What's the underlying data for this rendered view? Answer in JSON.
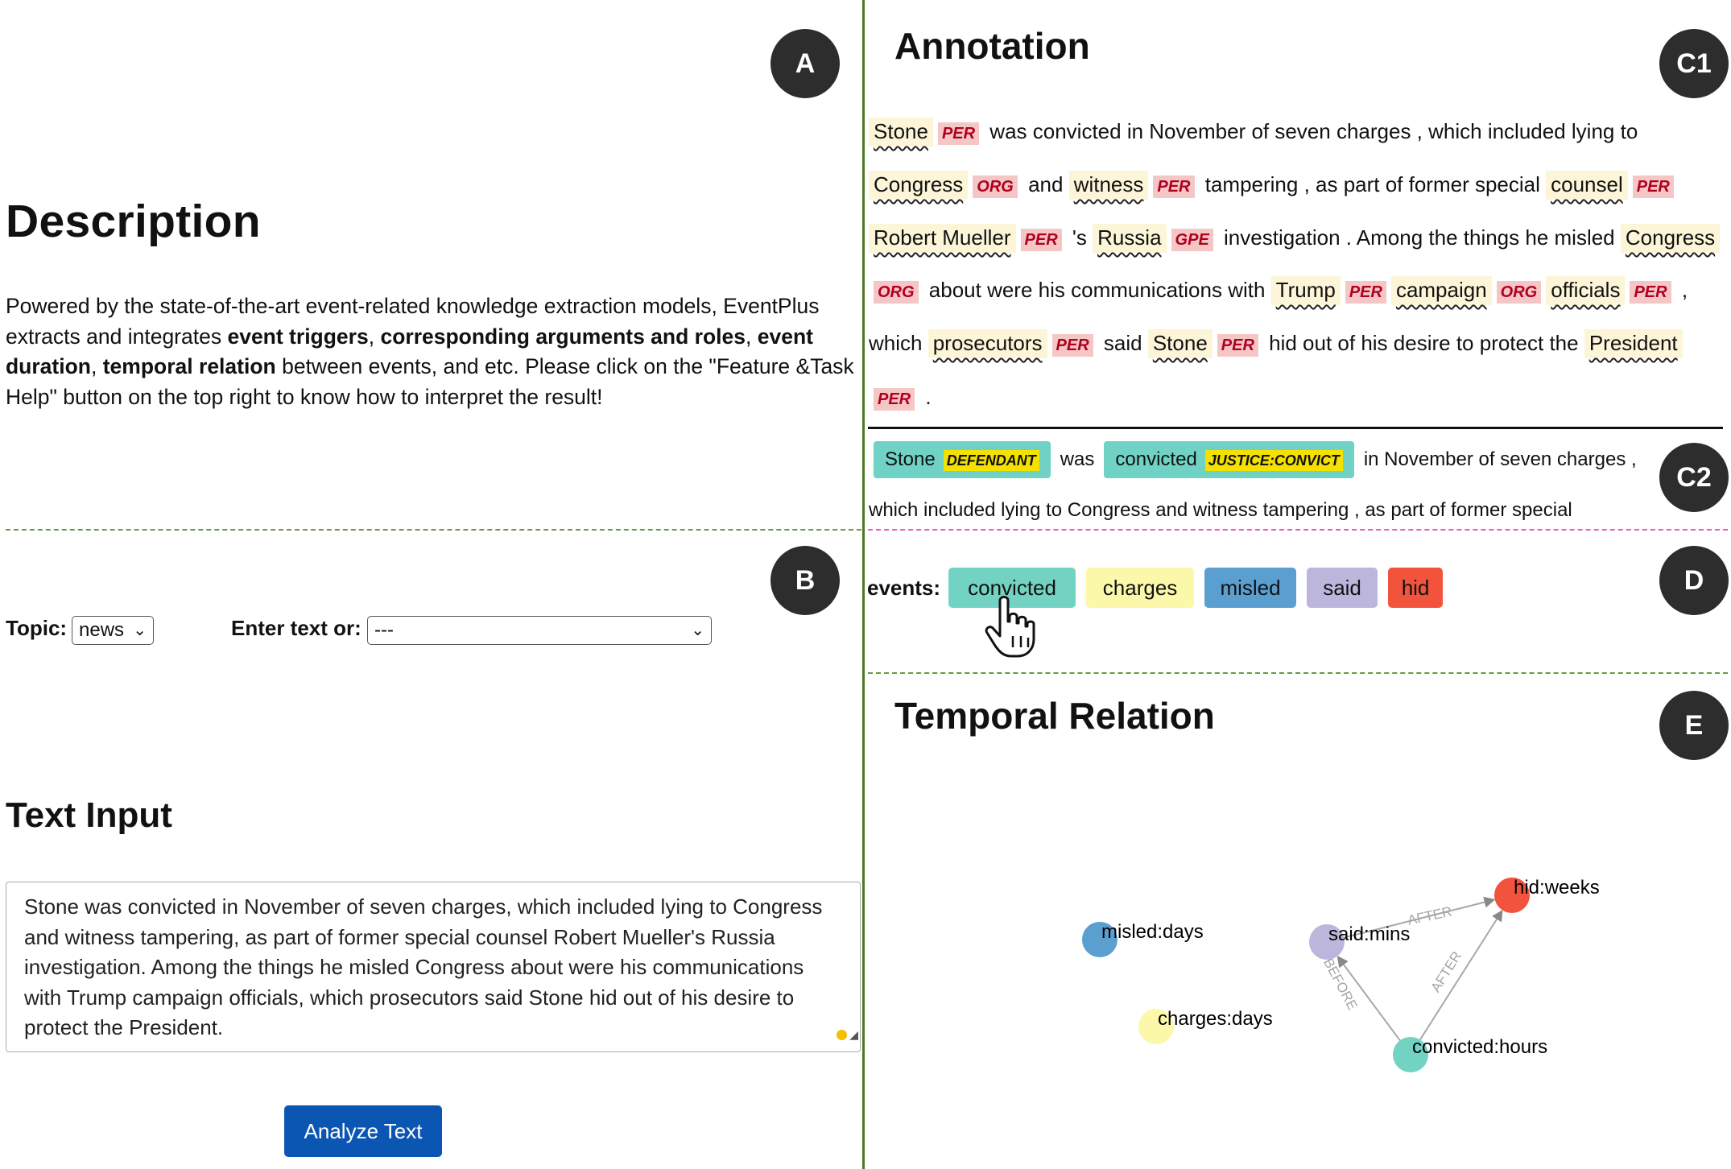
{
  "badges": {
    "a": "A",
    "b": "B",
    "c1": "C1",
    "c2": "C2",
    "d": "D",
    "e": "E"
  },
  "description": {
    "title": "Description",
    "p1": "Powered by the state-of-the-art event-related knowledge extraction models, EventPlus extracts and integrates ",
    "b1": "event triggers",
    "p2": ", ",
    "b2": "corresponding arguments and roles",
    "p3": ", ",
    "b3": "event duration",
    "p4": ", ",
    "b4": "temporal relation",
    "p5": " between events, and etc. Please click on the \"Feature &Task Help\" button on the top right to know how to interpret the result!"
  },
  "controls": {
    "topic_label": "Topic:",
    "topic_value": "news",
    "enter_label": "Enter text or:",
    "enter_value": "---"
  },
  "text_input": {
    "title": "Text Input",
    "value": "Stone was convicted in November of seven charges, which included lying to Congress and witness tampering, as part of former special counsel Robert Mueller's Russia investigation. Among the things he misled Congress about were his communications with Trump campaign officials, which prosecutors said Stone hid out of his desire to protect the President."
  },
  "analyze_button": "Analyze Text",
  "annotation": {
    "title": "Annotation",
    "lines": [
      [
        {
          "e": "Stone",
          "t": "PER"
        },
        {
          "w": "was convicted in November of seven charges , which included lying to"
        }
      ],
      [
        {
          "e": "Congress",
          "t": "ORG"
        },
        {
          "w": "and"
        },
        {
          "e": "witness",
          "t": "PER"
        },
        {
          "w": "tampering , as part of former special"
        },
        {
          "e": "counsel",
          "t": "PER"
        }
      ],
      [
        {
          "e": "Robert Mueller",
          "t": "PER"
        },
        {
          "w": "'s"
        },
        {
          "e": "Russia",
          "t": "GPE"
        },
        {
          "w": "investigation . Among the things he misled"
        },
        {
          "e": "Congress",
          "t": ""
        }
      ],
      [
        {
          "t": "ORG"
        },
        {
          "w": "about were his communications with"
        },
        {
          "e": "Trump",
          "t": "PER"
        },
        {
          "e": "campaign",
          "t": "ORG"
        },
        {
          "e": "officials",
          "t": "PER"
        },
        {
          "w": ","
        }
      ],
      [
        {
          "w": "which"
        },
        {
          "e": "prosecutors",
          "t": "PER"
        },
        {
          "w": "said"
        },
        {
          "e": "Stone",
          "t": "PER"
        },
        {
          "w": "hid out of his desire to protect the"
        },
        {
          "e": "President",
          "t": ""
        }
      ],
      [
        {
          "t": "PER"
        },
        {
          "w": "."
        }
      ]
    ]
  },
  "c2": {
    "arg1_word": "Stone",
    "arg1_role": "DEFENDANT",
    "was": "was",
    "arg2_word": "convicted",
    "arg2_role": "JUSTICE:CONVICT",
    "rest1": "in November of seven charges ,",
    "line2": "which included lying to Congress and witness tampering , as part of former special"
  },
  "events": {
    "label": "events:",
    "items": [
      {
        "label": "convicted",
        "color": "#72d3c3"
      },
      {
        "label": "charges",
        "color": "#fbf9a9"
      },
      {
        "label": "misled",
        "color": "#5b9fd1"
      },
      {
        "label": "said",
        "color": "#bcb6dd"
      },
      {
        "label": "hid",
        "color": "#f2533c"
      }
    ]
  },
  "temporal": {
    "title": "Temporal Relation",
    "nodes": [
      {
        "label": "misled:days",
        "color": "#5b9fd1"
      },
      {
        "label": "charges:days",
        "color": "#fbf9a9"
      },
      {
        "label": "said:mins",
        "color": "#bcb6dd"
      },
      {
        "label": "hid:weeks",
        "color": "#f2533c"
      },
      {
        "label": "convicted:hours",
        "color": "#72d3c3"
      }
    ],
    "edges": [
      {
        "label": "AFTER"
      },
      {
        "label": "BEFORE"
      },
      {
        "label": "AFTER"
      }
    ]
  }
}
